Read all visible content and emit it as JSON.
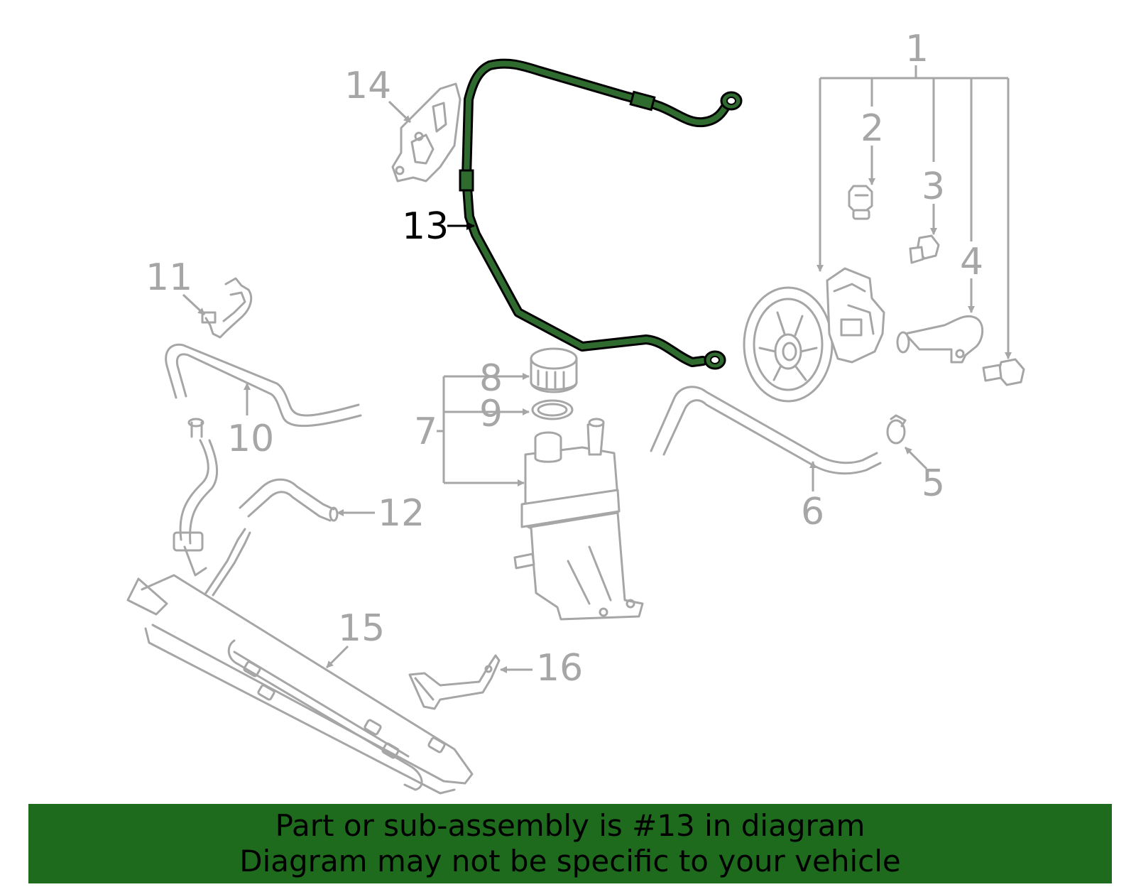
{
  "callouts": [
    {
      "id": "1",
      "label": "1"
    },
    {
      "id": "2",
      "label": "2"
    },
    {
      "id": "3",
      "label": "3"
    },
    {
      "id": "4",
      "label": "4"
    },
    {
      "id": "5",
      "label": "5"
    },
    {
      "id": "6",
      "label": "6"
    },
    {
      "id": "7",
      "label": "7"
    },
    {
      "id": "8",
      "label": "8"
    },
    {
      "id": "9",
      "label": "9"
    },
    {
      "id": "10",
      "label": "10"
    },
    {
      "id": "11",
      "label": "11"
    },
    {
      "id": "12",
      "label": "12"
    },
    {
      "id": "13",
      "label": "13"
    },
    {
      "id": "14",
      "label": "14"
    },
    {
      "id": "15",
      "label": "15"
    },
    {
      "id": "16",
      "label": "16"
    }
  ],
  "highlighted_part": "13",
  "colors": {
    "highlight": "#2f6b2f",
    "banner": "#1e6b1e",
    "parts": "#a6a6a6"
  },
  "banner": {
    "line1": "Part or sub-assembly is #13 in diagram",
    "line2": "Diagram may not be specific to your vehicle"
  }
}
